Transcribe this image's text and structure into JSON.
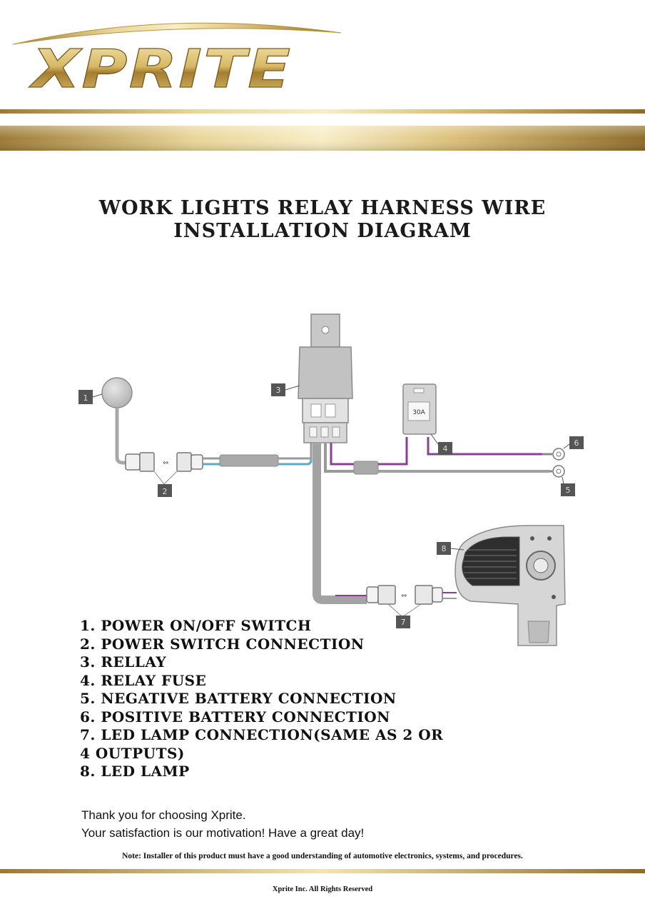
{
  "header": {
    "logo_text": "XPRITE",
    "colors": {
      "gold_light": "#f3e1a6",
      "gold_mid": "#c9a44f",
      "gold_dark": "#8a6a24"
    }
  },
  "title": {
    "line1": "WORK LIGHTS RELAY HARNESS WIRE",
    "line2": "INSTALLATION DIAGRAM"
  },
  "diagram": {
    "fuse_label": "30A",
    "callouts": [
      "1",
      "2",
      "3",
      "4",
      "5",
      "6",
      "7",
      "8"
    ],
    "colors": {
      "wire_gray": "#9a9a9a",
      "wire_blue": "#5fa8c4",
      "wire_purple": "#8a3f96",
      "callout_bg": "#555555"
    }
  },
  "legend": {
    "items": [
      "1. POWER ON/OFF SWITCH",
      "2. POWER SWITCH CONNECTION",
      "3. RELLAY",
      "4. RELAY FUSE",
      "5. NEGATIVE BATTERY CONNECTION",
      "6. POSITIVE BATTERY CONNECTION",
      "7. LED LAMP CONNECTION(SAME AS 2 OR",
      "4 OUTPUTS)",
      "8. LED LAMP"
    ]
  },
  "thanks": {
    "line1": "Thank you for choosing Xprite.",
    "line2": "Your satisfaction is our motivation! Have a great day!"
  },
  "note": "Note: Installer of this product must have a good understanding of automotive electronics, systems, and procedures.",
  "footer": "Xprite Inc.  All Rights Reserved"
}
